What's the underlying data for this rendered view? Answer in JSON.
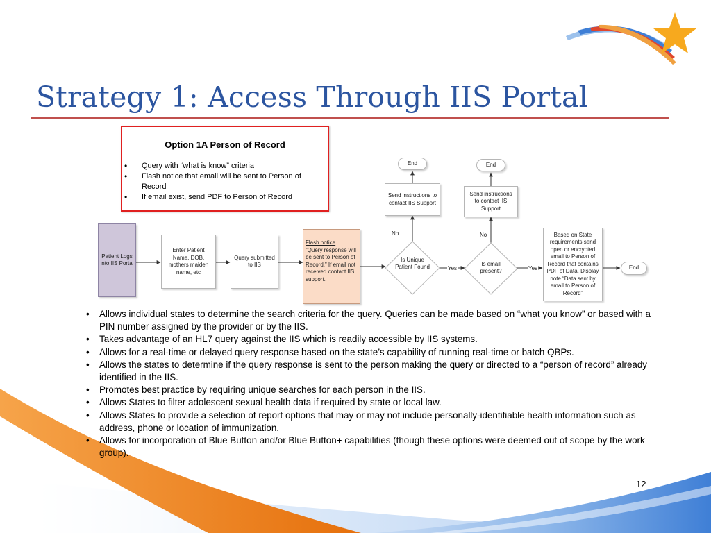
{
  "slide": {
    "title": "Strategy 1: Access Through IIS Portal",
    "page_number": "12",
    "colors": {
      "title": "#2c55a0",
      "rule": "#c0504d",
      "option_border": "#e02020",
      "wave_blue": "#3f7fd6",
      "wave_orange": "#f28b22",
      "star": "#f7a91e"
    }
  },
  "option_box": {
    "title": "Option 1A Person of Record",
    "items": [
      "Query with “what is know” criteria",
      "Flash notice that email will be sent to Person of Record",
      "If email exist, send PDF to Person of Record"
    ]
  },
  "flowchart": {
    "patient_logs": "Patient Logs into IIS Portal",
    "enter_name": "Enter Patient Name, DOB, mothers maiden name, etc",
    "query_submitted": "Query submitted to IIS",
    "flash_title": "Flash notice",
    "flash_body": "“Query response will be sent to Person of Record.” If email not received contact IIS support.",
    "is_unique": "Is Unique Patient Found",
    "is_email": "Is email present?",
    "based_on_state": "Based on State requirements send open or encrypted email to Person of Record that contains PDF of Data. Display note “Data sent by email to Person of Record”",
    "end_final": "End",
    "send_instr_1": "Send  instructions to contact IIS Support",
    "send_instr_2": "Send instructions to contact IIS Support",
    "end_1": "End",
    "end_2": "End",
    "no_1": "No",
    "no_2": "No",
    "yes_1": "Yes",
    "yes_2": "Yes"
  },
  "bullets": [
    "Allows individual states to determine the search criteria for the query.  Queries can be made based on “what you know” or based with a PIN number assigned by the provider or by the IIS.",
    "Takes advantage of an HL7 query against the IIS which is readily accessible by IIS systems.",
    "Allows for a real-time or delayed query response based on the state’s capability of running real-time or batch QBPs.",
    "Allows the states to determine if the query response is sent to the person making the query or directed to a “person of record” already identified in the IIS.",
    "Promotes best practice by requiring unique searches for each person in the IIS.",
    "Allows States to filter adolescent sexual health data if required by state or local law.",
    "Allows States to provide a selection of report options that may or may not include personally-identifiable health information such as address, phone or location of immunization.",
    "Allows for incorporation of Blue Button and/or Blue Button+ capabilities (though these options were deemed out of scope by the work group)."
  ]
}
